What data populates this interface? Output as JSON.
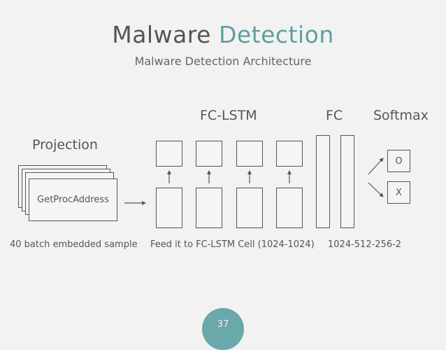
{
  "slide": {
    "title_main": "Malware",
    "title_accent": "Detection",
    "subtitle": "Malware Detection Architecture",
    "page_number": "37"
  },
  "diagram": {
    "projection_label": "Projection",
    "fc_lstm_label": "FC-LSTM",
    "fc_label": "FC",
    "softmax_label": "Softmax",
    "input_card_text": "GetProcAddress",
    "outputs": [
      "O",
      "X"
    ],
    "captions": {
      "projection": "40 batch embedded sample",
      "lstm": "Feed it to FC-LSTM Cell (1024-1024)",
      "fc": "1024-512-256-2"
    }
  },
  "colors": {
    "accent": "#5f9ea0",
    "badge": "#6aa8aa",
    "stroke": "#555555",
    "background": "#f2f2f2"
  }
}
